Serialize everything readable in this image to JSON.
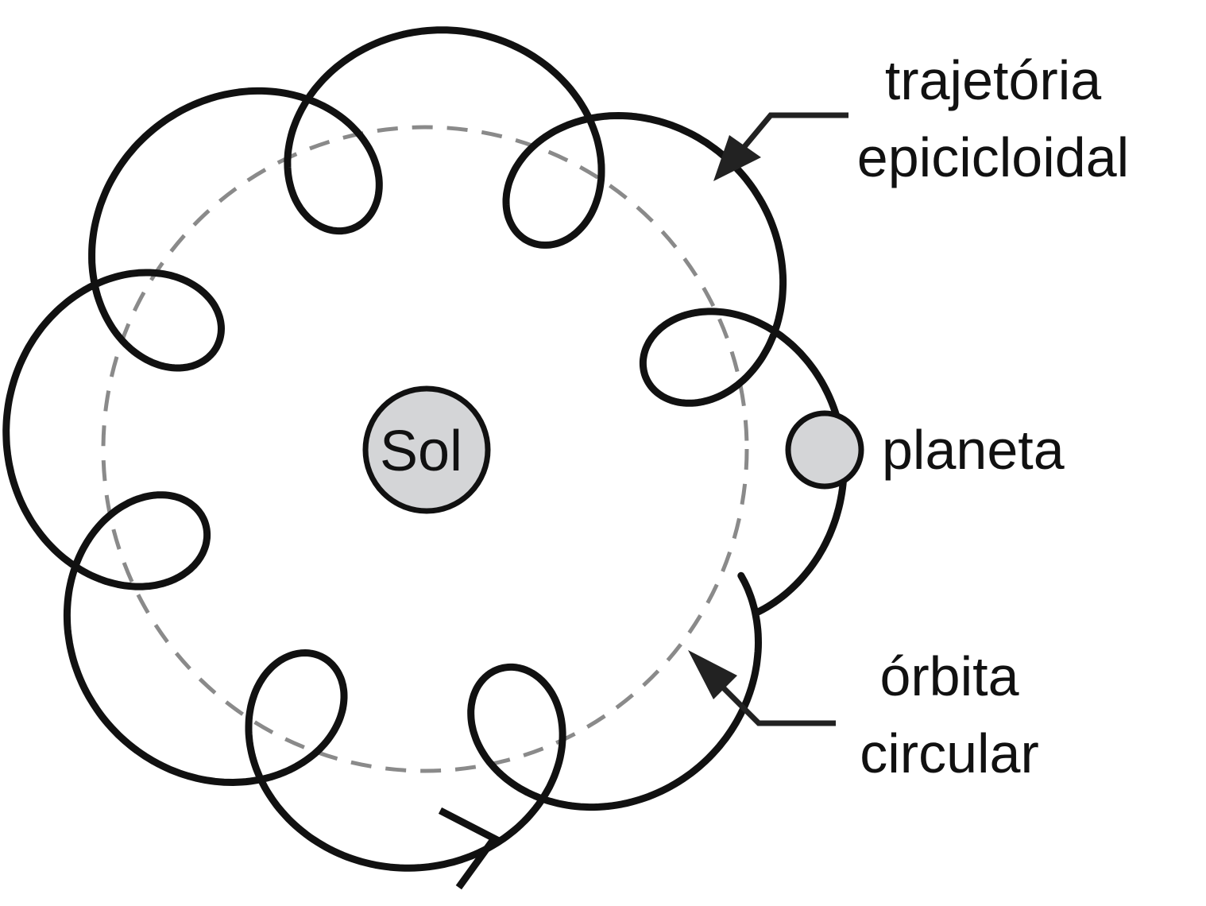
{
  "diagram": {
    "labels": {
      "sun": "Sol",
      "planet": "planeta",
      "trajectory_line1": "trajetória",
      "trajectory_line2": "epicicloidal",
      "orbit_line1": "órbita",
      "orbit_line2": "circular"
    },
    "colors": {
      "stroke": "#111111",
      "orbit_dash": "#8a8a8a",
      "body_fill": "#d4d5d7",
      "arrow": "#222222"
    }
  }
}
